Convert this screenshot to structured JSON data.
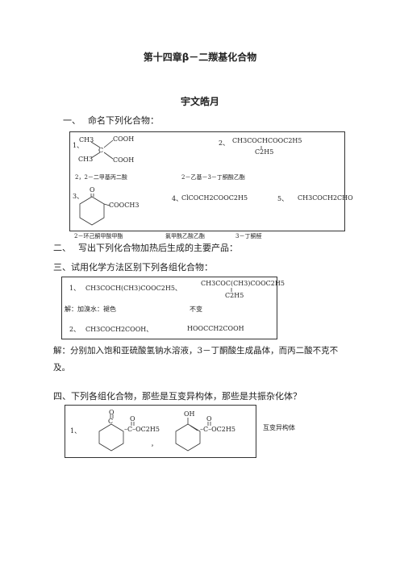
{
  "title": "第十四章β－二羰基化合物",
  "author": "宇文皓月",
  "section1": {
    "heading": "一、　 命名下列化合物：",
    "item1": {
      "num": "1、",
      "ch3_top": "CH3",
      "ch3_bottom": "CH3",
      "c": "C",
      "cooh_top": "COOH",
      "cooh_bottom": "COOH",
      "name": "2，2－二甲基丙二酸"
    },
    "item2": {
      "num": "2、",
      "formula": "CH3COCHCOOC2H5",
      "sub": "C2H5",
      "name": "2－乙基－3－丁酮酸乙酯"
    },
    "item3": {
      "num": "3、",
      "o": "O",
      "ester": "COOCH3",
      "name": "2－环己酮甲酸甲酯"
    },
    "item4": {
      "num": "4、",
      "formula": "ClCOCH2COOC2H5",
      "name": "氯甲酰乙酸乙酯"
    },
    "item5": {
      "num": "5、",
      "formula": "CH3COCH2CHO",
      "name": "3－丁酮醛"
    }
  },
  "section2": {
    "heading": "二、　 写出下列化合物加热后生成的主要产品："
  },
  "section3": {
    "heading": "三、试用化学方法区别下列各组化合物：",
    "row1": {
      "num": "1、",
      "a": "CH3COCH(CH3)COOC2H5、",
      "b": "CH3COC(CH3)COOC2H5",
      "b_sub": "C2H5"
    },
    "answer": {
      "left": "解：加溴水：褪色",
      "right": "不变"
    },
    "row2": {
      "num": "2、",
      "a": "CH3COCH2COOH、",
      "b": "HOOCCH2COOH"
    },
    "solution": "解：分别加入饱和亚硫酸氢钠水溶液，3－丁酮酸生成晶体，而丙二酸不克不及。"
  },
  "section4": {
    "heading": "四、下列各组化合物，那些是互变异构体，那些是共振杂化体？",
    "item1": {
      "num": "1、",
      "left_o": "O",
      "left_c": "C",
      "left_o2": "O",
      "left_chain": "–C–OC2H5",
      "right_oh": "OH",
      "right_o2": "O",
      "right_chain": "–C–OC2H5",
      "sep": "，"
    },
    "label": "互变异构体"
  }
}
